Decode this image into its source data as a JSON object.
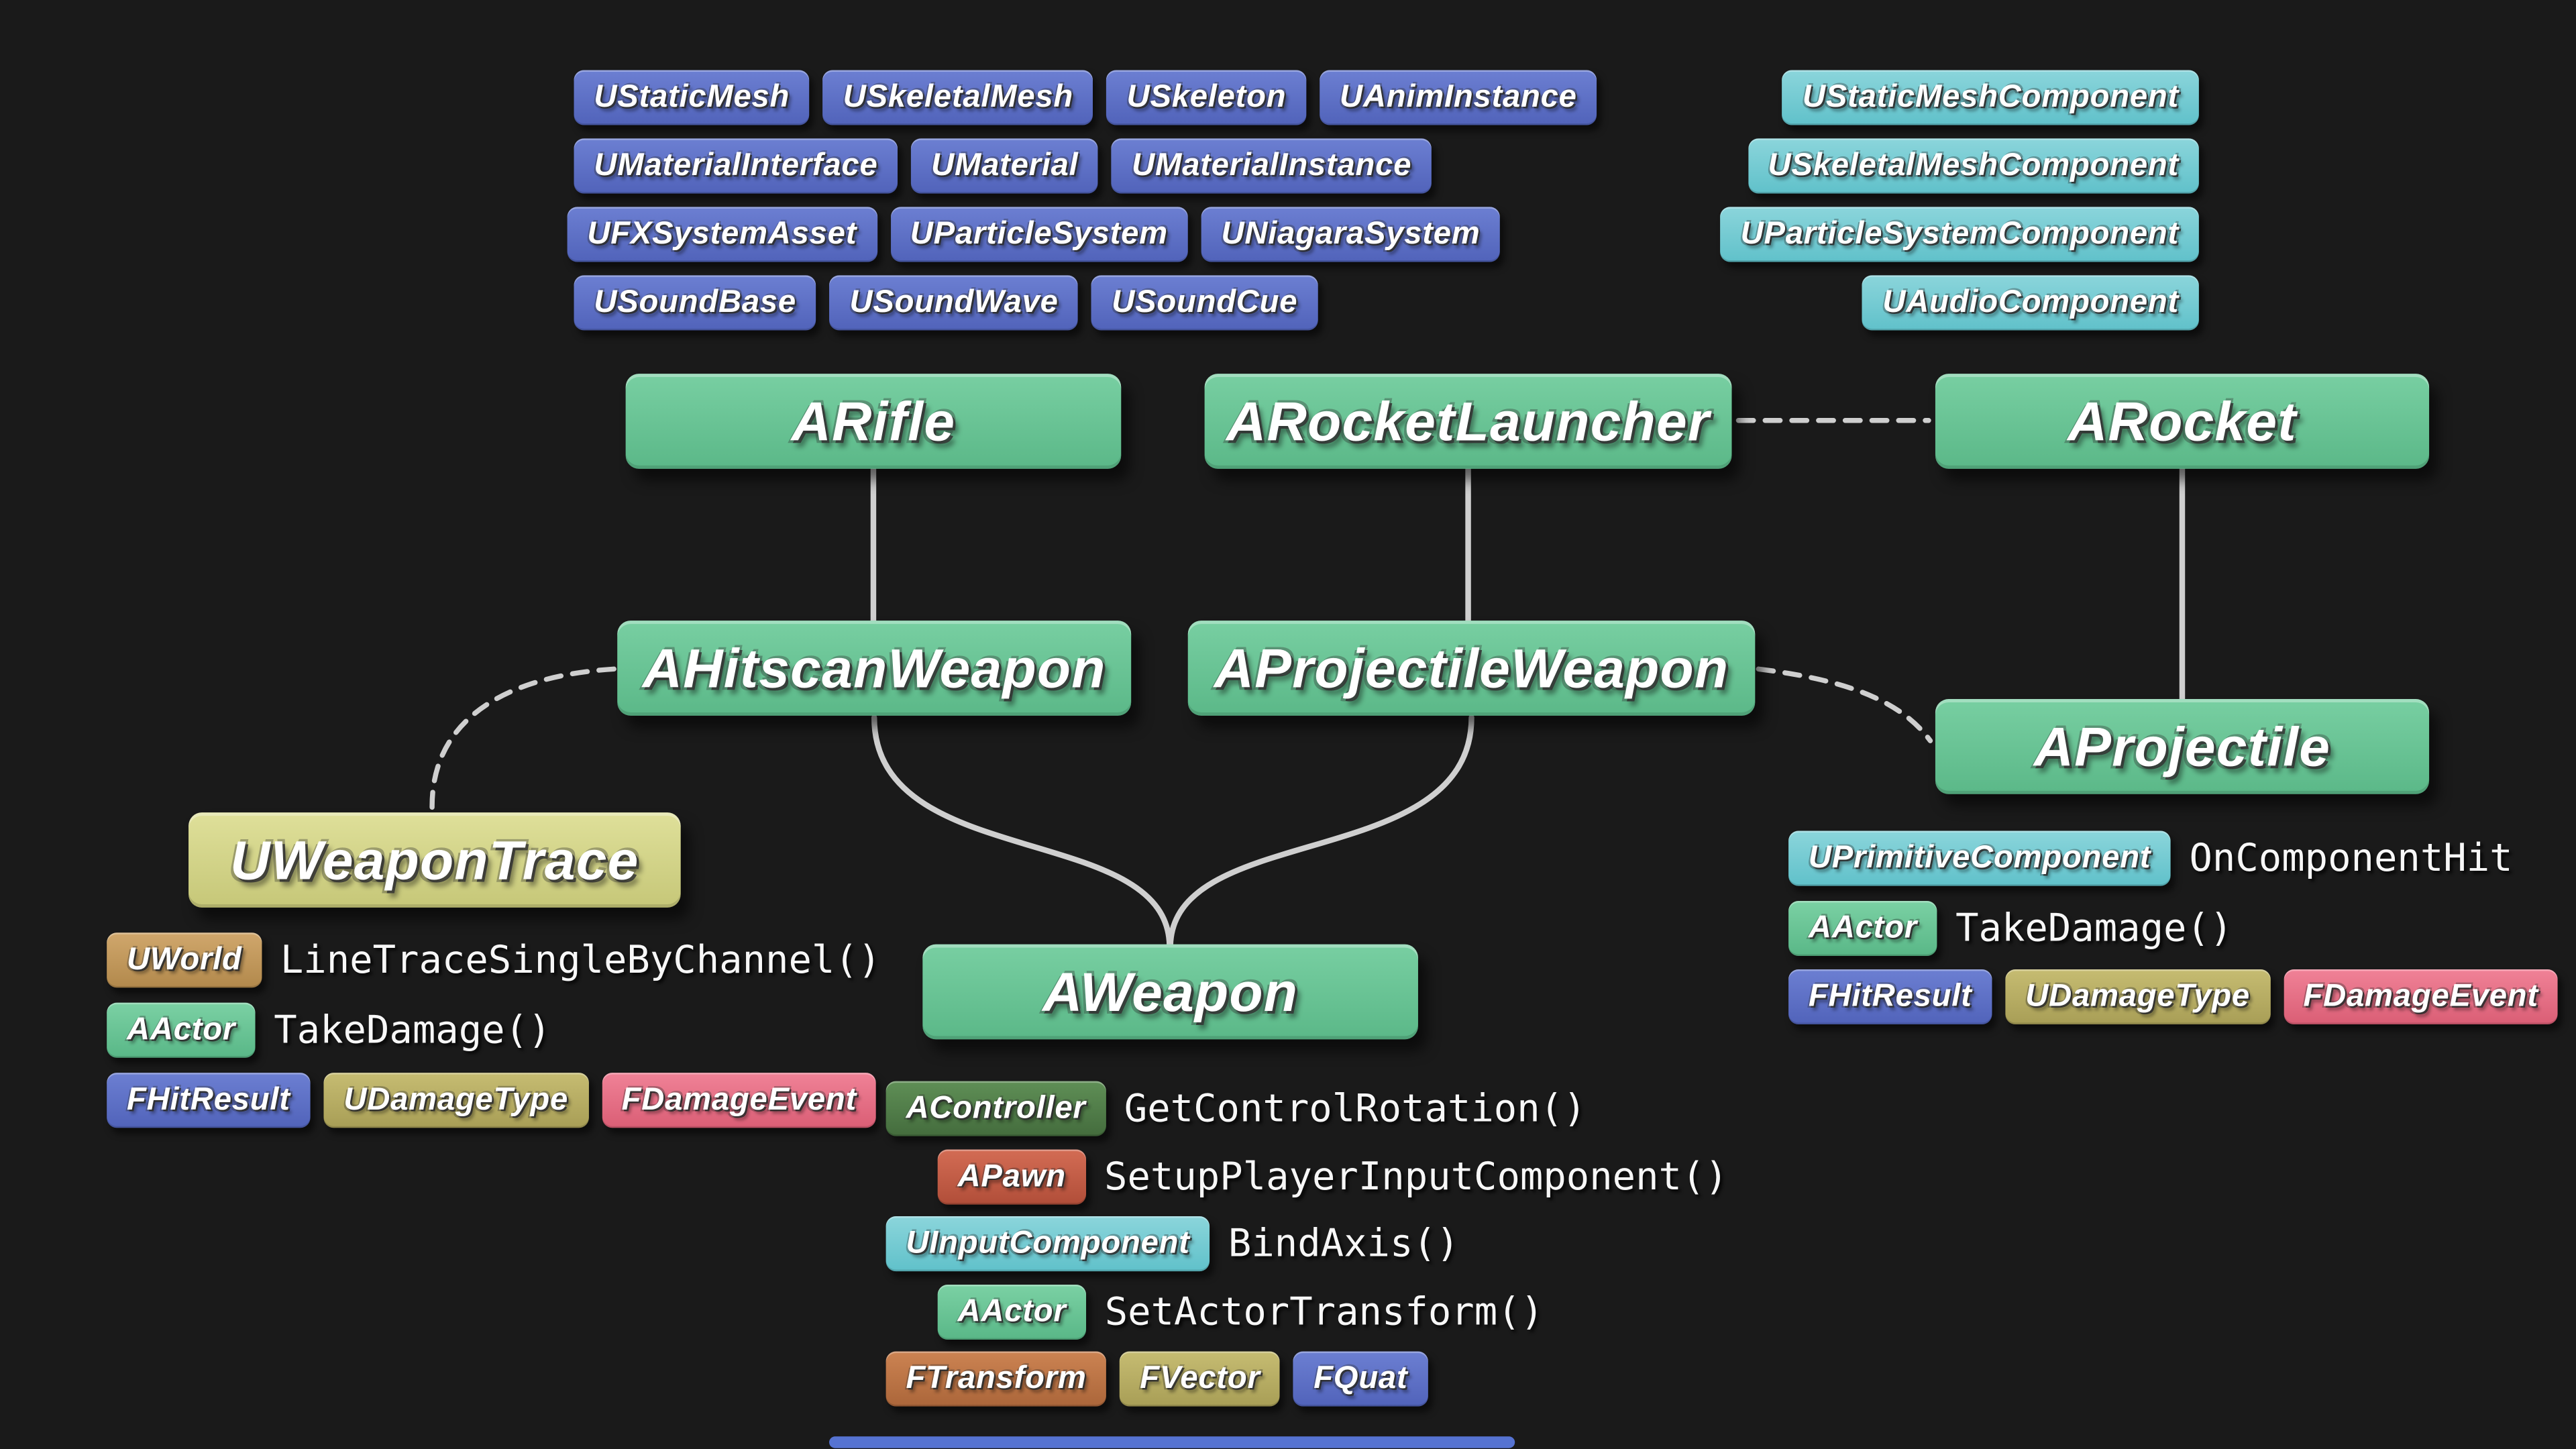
{
  "palette": {
    "background": "#1a1a1a",
    "asset_badge_blue": "#5b6ec6",
    "component_badge_teal": "#74cad2",
    "class_box_green": "#68c495",
    "weapon_trace_yellow": "#d3d489",
    "uworld_tan": "#c49a5f",
    "udamagetype_khaki": "#b9ae62",
    "fdamageevent_pink": "#ec7b90",
    "acontroller_dark_green": "#54814c",
    "apawn_red": "#c75f48",
    "ftransform_orange": "#bd7248",
    "connector_gray": "#cfcfcf",
    "bottom_strip_blue": "#5673d2"
  },
  "asset_badge_rows": [
    {
      "items": [
        "UStaticMesh",
        "USkeletalMesh",
        "USkeleton",
        "UAnimInstance"
      ]
    },
    {
      "items": [
        "UMaterialInterface",
        "UMaterial",
        "UMaterialInstance"
      ]
    },
    {
      "items": [
        "UFXSystemAsset",
        "UParticleSystem",
        "UNiagaraSystem"
      ]
    },
    {
      "items": [
        "USoundBase",
        "USoundWave",
        "USoundCue"
      ]
    }
  ],
  "component_badges": [
    "UStaticMeshComponent",
    "USkeletalMeshComponent",
    "UParticleSystemComponent",
    "UAudioComponent"
  ],
  "classes": {
    "rifle": "ARifle",
    "rocket_launcher": "ARocketLauncher",
    "rocket": "ARocket",
    "hitscan_weapon": "AHitscanWeapon",
    "projectile_weapon": "AProjectileWeapon",
    "projectile": "AProjectile",
    "weapon_trace": "UWeaponTrace",
    "weapon": "AWeapon"
  },
  "trace_api": {
    "rows": [
      {
        "badge": "UWorld",
        "text": "LineTraceSingleByChannel()"
      },
      {
        "badge": "AActor",
        "text": "TakeDamage()"
      }
    ],
    "types": [
      "FHitResult",
      "UDamageType",
      "FDamageEvent"
    ]
  },
  "projectile_api": {
    "rows": [
      {
        "badge": "UPrimitiveComponent",
        "text": "OnComponentHit"
      },
      {
        "badge": "AActor",
        "text": "TakeDamage()"
      }
    ],
    "types": [
      "FHitResult",
      "UDamageType",
      "FDamageEvent"
    ]
  },
  "weapon_api": {
    "rows": [
      {
        "badge": "AController",
        "text": "GetControlRotation()"
      },
      {
        "badge": "APawn",
        "text": "SetupPlayerInputComponent()"
      },
      {
        "badge": "UInputComponent",
        "text": "BindAxis()"
      },
      {
        "badge": "AActor",
        "text": "SetActorTransform()"
      }
    ],
    "types": [
      "FTransform",
      "FVector",
      "FQuat"
    ]
  }
}
